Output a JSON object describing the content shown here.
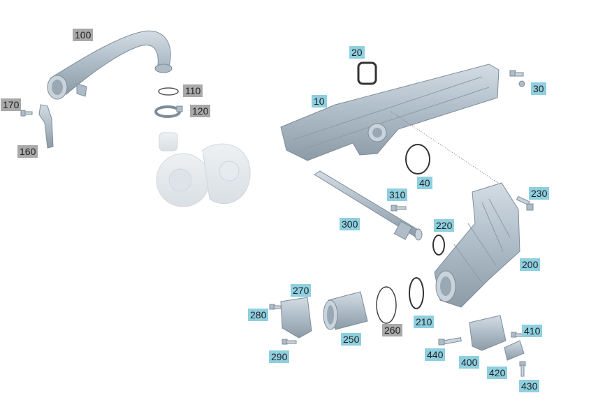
{
  "diagram": {
    "colors": {
      "highlight_label": "#8ecfe0",
      "inactive_label": "#a9a9a9",
      "part_fill": "#b7c4cf",
      "part_stroke": "#7f8d99",
      "ghost_fill": "#e3e8ec"
    },
    "callouts": [
      {
        "id": "100",
        "label": "100",
        "style": "gray"
      },
      {
        "id": "110",
        "label": "110",
        "style": "gray"
      },
      {
        "id": "120",
        "label": "120",
        "style": "gray"
      },
      {
        "id": "160",
        "label": "160",
        "style": "gray"
      },
      {
        "id": "170",
        "label": "170",
        "style": "gray"
      },
      {
        "id": "10",
        "label": "10",
        "style": "blue"
      },
      {
        "id": "20",
        "label": "20",
        "style": "blue"
      },
      {
        "id": "30",
        "label": "30",
        "style": "blue"
      },
      {
        "id": "40",
        "label": "40",
        "style": "blue"
      },
      {
        "id": "200",
        "label": "200",
        "style": "blue"
      },
      {
        "id": "210",
        "label": "210",
        "style": "blue"
      },
      {
        "id": "220",
        "label": "220",
        "style": "blue"
      },
      {
        "id": "230",
        "label": "230",
        "style": "blue"
      },
      {
        "id": "250",
        "label": "250",
        "style": "blue"
      },
      {
        "id": "260",
        "label": "260",
        "style": "gray"
      },
      {
        "id": "270",
        "label": "270",
        "style": "blue"
      },
      {
        "id": "280",
        "label": "280",
        "style": "blue"
      },
      {
        "id": "290",
        "label": "290",
        "style": "blue"
      },
      {
        "id": "300",
        "label": "300",
        "style": "blue"
      },
      {
        "id": "310",
        "label": "310",
        "style": "blue"
      },
      {
        "id": "400",
        "label": "400",
        "style": "blue"
      },
      {
        "id": "410",
        "label": "410",
        "style": "blue"
      },
      {
        "id": "420",
        "label": "420",
        "style": "blue"
      },
      {
        "id": "430",
        "label": "430",
        "style": "blue"
      },
      {
        "id": "440",
        "label": "440",
        "style": "blue"
      }
    ]
  }
}
